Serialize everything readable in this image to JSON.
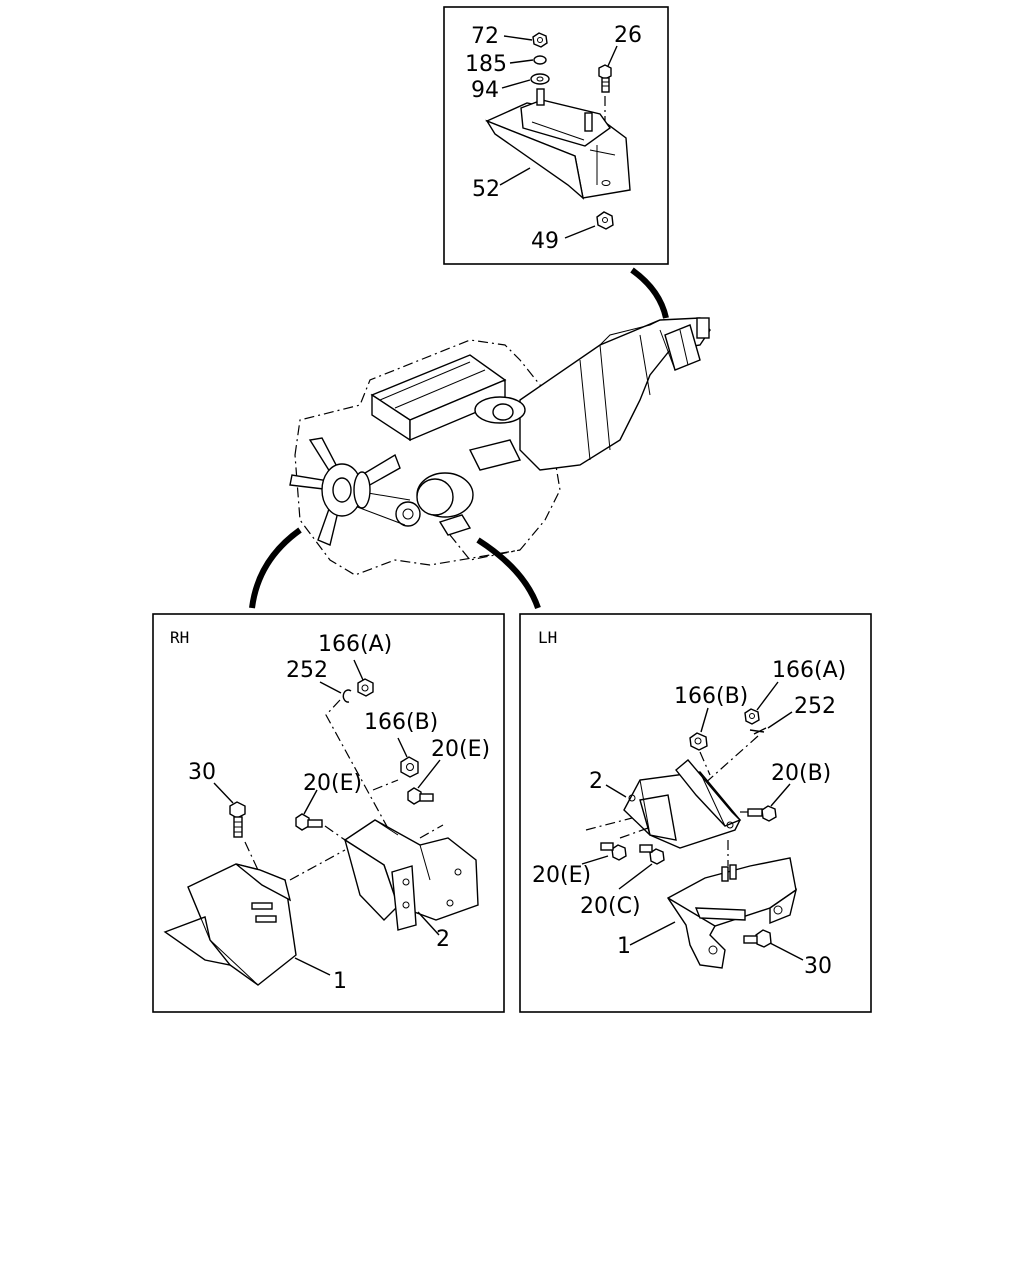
{
  "panels": {
    "top": {
      "labels": {
        "p72": "72",
        "p185": "185",
        "p94": "94",
        "p26": "26",
        "p52": "52",
        "p49": "49"
      }
    },
    "rh": {
      "side": "RH",
      "labels": {
        "p166a": "166(A)",
        "p252": "252",
        "p166b": "166(B)",
        "p20e_right": "20(E)",
        "p20e_left": "20(E)",
        "p30": "30",
        "p2": "2",
        "p1": "1"
      }
    },
    "lh": {
      "side": "LH",
      "labels": {
        "p166a": "166(A)",
        "p166b": "166(B)",
        "p252": "252",
        "p2": "2",
        "p20b": "20(B)",
        "p20e": "20(E)",
        "p20c": "20(C)",
        "p1": "1",
        "p30": "30"
      }
    }
  }
}
